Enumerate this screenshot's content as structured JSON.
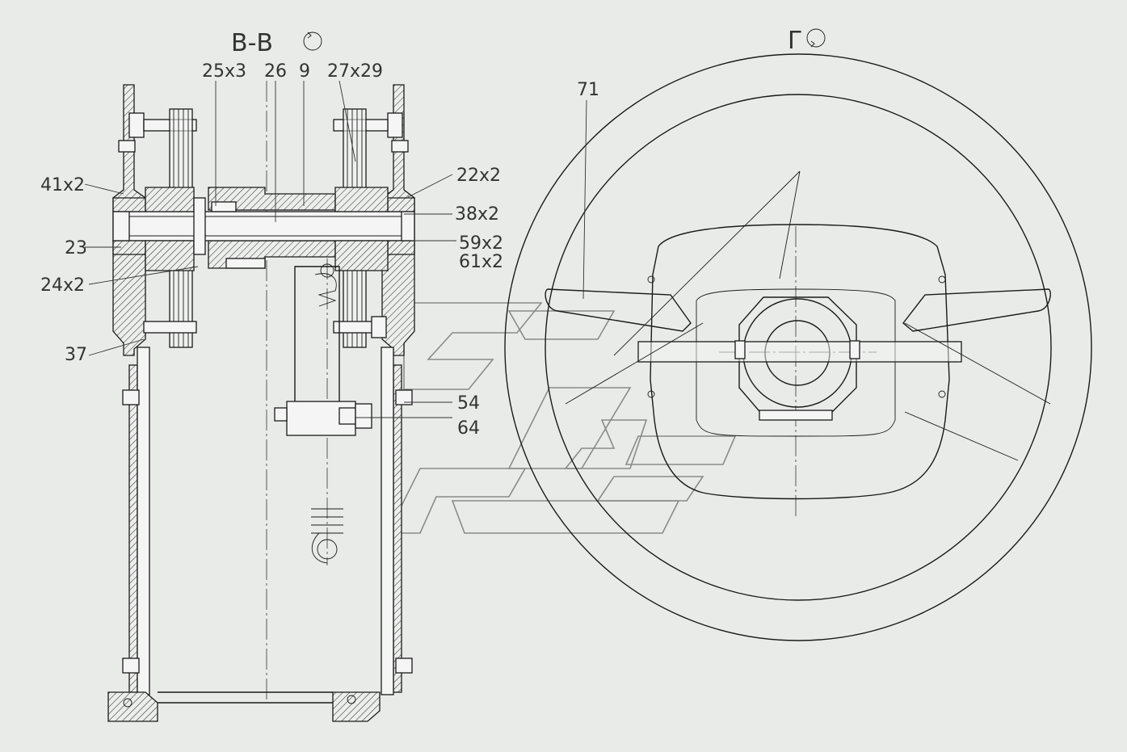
{
  "views": {
    "section_label": "В-В",
    "view_label": "Г"
  },
  "callouts": {
    "c25x3": "25x3",
    "c26": "26",
    "c9": "9",
    "c27x29": "27x29",
    "c41x2": "41x2",
    "c22x2": "22x2",
    "c38x2": "38x2",
    "c23": "23",
    "c59x2": "59x2",
    "c61x2": "61x2",
    "c24x2": "24x2",
    "c37": "37",
    "c54": "54",
    "c64": "64",
    "c71": "71"
  },
  "colors": {
    "background": "#e9ebe9",
    "line": "#1a1a1a",
    "watermark": "#8a8a8a"
  },
  "icons": [
    "rotation-icon",
    "rotation-icon"
  ]
}
